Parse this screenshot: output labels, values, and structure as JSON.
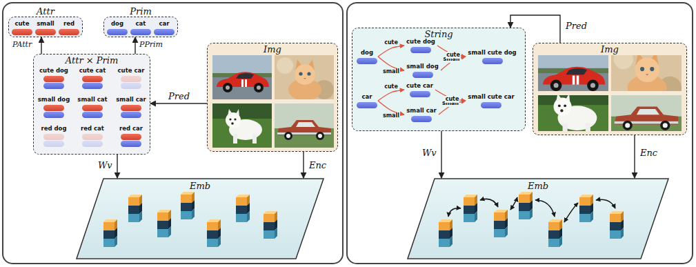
{
  "diagram": {
    "nodes": [
      {
        "text": [
          "Attr"
        ]
      },
      {
        "text": [
          "cute"
        ],
        "in": 0
      },
      {
        "text": [
          "small"
        ],
        "in": 0
      },
      {
        "text": [
          "red"
        ],
        "in": 0
      },
      {
        "text": [
          "Prim"
        ]
      },
      {
        "text": [
          "dog"
        ],
        "in": 4
      },
      {
        "text": [
          "cat"
        ],
        "in": 4
      },
      {
        "text": [
          "car"
        ],
        "in": 4
      },
      {
        "text": [
          "Attr × Prim"
        ]
      },
      {
        "text": [
          "cute dog"
        ],
        "in": 8
      },
      {
        "text": [
          "cute cat"
        ],
        "in": 8
      },
      {
        "text": [
          "cute car"
        ],
        "in": 8
      },
      {
        "text": [
          "small dog"
        ],
        "in": 8
      },
      {
        "text": [
          "small cat"
        ],
        "in": 8
      },
      {
        "text": [
          "small car"
        ],
        "in": 8
      },
      {
        "text": [
          "red dog"
        ],
        "in": 8
      },
      {
        "text": [
          "red cat"
        ],
        "in": 8
      },
      {
        "text": [
          "red car"
        ],
        "in": 8
      },
      {
        "text": [
          "Img"
        ]
      },
      {
        "text": [
          "Emb"
        ]
      },
      {
        "text": [
          "String"
        ]
      },
      {
        "text": [
          "dog"
        ],
        "in": 20
      },
      {
        "text": [
          "cute dog"
        ],
        "in": 20
      },
      {
        "text": [
          "small dog"
        ],
        "in": 20
      },
      {
        "text": [
          "small cute dog"
        ],
        "in": 20
      },
      {
        "text": [
          "car"
        ],
        "in": 20
      },
      {
        "text": [
          "cute car"
        ],
        "in": 20
      },
      {
        "text": [
          "small car"
        ],
        "in": 20
      },
      {
        "text": [
          "small cute car"
        ],
        "in": 20
      },
      {
        "text": [
          "Img"
        ]
      },
      {
        "text": [
          "Emb"
        ]
      }
    ],
    "edges": [
      {
        "from": 8,
        "to": 0,
        "arrow": "to",
        "label": "PAttr"
      },
      {
        "from": 8,
        "to": 4,
        "arrow": "to",
        "label": "PPrim"
      },
      {
        "from": 18,
        "to": 8,
        "arrow": "to",
        "label": "Pred"
      },
      {
        "from": 8,
        "to": 19,
        "arrow": "to",
        "label": "Wv"
      },
      {
        "from": 18,
        "to": 19,
        "arrow": "to",
        "label": "Enc"
      },
      {
        "from": 21,
        "to": 22,
        "arrow": "to",
        "label": "cute"
      },
      {
        "from": 21,
        "to": 23,
        "arrow": "to",
        "label": "small"
      },
      {
        "from": 22,
        "to": 24,
        "arrow": "to",
        "label": "small"
      },
      {
        "from": 23,
        "to": 24,
        "arrow": "to",
        "label": "cute"
      },
      {
        "from": 25,
        "to": 26,
        "arrow": "to",
        "label": "cute"
      },
      {
        "from": 25,
        "to": 27,
        "arrow": "to",
        "label": "small"
      },
      {
        "from": 26,
        "to": 28,
        "arrow": "to",
        "label": "small"
      },
      {
        "from": 27,
        "to": 28,
        "arrow": "to",
        "label": "cute"
      },
      {
        "from": 29,
        "to": 20,
        "arrow": "to",
        "label": "Pred"
      },
      {
        "from": 20,
        "to": 30,
        "arrow": "to",
        "label": "Wv"
      },
      {
        "from": 29,
        "to": 30,
        "arrow": "to",
        "label": "Enc"
      }
    ]
  }
}
